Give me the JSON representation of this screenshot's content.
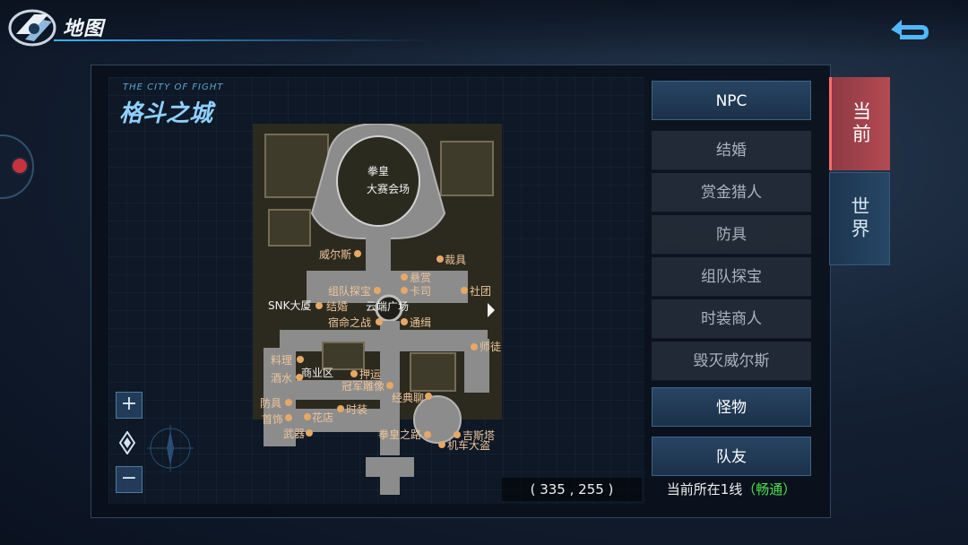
{
  "header": {
    "title": "地图",
    "logo_icon": "fist-emblem-icon",
    "back_icon": "back-arrow-icon"
  },
  "map": {
    "city_en": "THE CITY OF FIGHT",
    "city_cn": "格斗之城",
    "coordinates": "( 335 , 255 )",
    "zoom_in": "+",
    "zoom_out": "−",
    "arena_line1": "拳皇",
    "arena_line2": "大赛会场",
    "pois": [
      {
        "label": "威尔斯"
      },
      {
        "label": "裁具"
      },
      {
        "label": "悬赏"
      },
      {
        "label": "组队探宝"
      },
      {
        "label": "卡司"
      },
      {
        "label": "社团"
      },
      {
        "label": "SNK大厦"
      },
      {
        "label": "结婚"
      },
      {
        "label": "云端广场"
      },
      {
        "label": "宿命之战"
      },
      {
        "label": "通缉"
      },
      {
        "label": "师徒"
      },
      {
        "label": "料理"
      },
      {
        "label": "商业区"
      },
      {
        "label": "押运"
      },
      {
        "label": "酒水"
      },
      {
        "label": "冠军雕像"
      },
      {
        "label": "经典聊"
      },
      {
        "label": "防具"
      },
      {
        "label": "时装"
      },
      {
        "label": "首饰"
      },
      {
        "label": "花店"
      },
      {
        "label": "武器"
      },
      {
        "label": "拳皇之路"
      },
      {
        "label": "吉斯塔"
      },
      {
        "label": "机车大盗"
      }
    ]
  },
  "npc_list": {
    "header": "NPC",
    "items": [
      "结婚",
      "赏金猎人",
      "防具",
      "组队探宝",
      "时装商人",
      "毁灭威尔斯"
    ],
    "monsters": "怪物",
    "teammates": "队友"
  },
  "status": {
    "prefix": "当前所在1线",
    "state": "（畅通）"
  },
  "tabs": {
    "current": "当前",
    "world": "世界"
  },
  "colors": {
    "accent": "#3fb2ff",
    "active_tab": "#b44a52",
    "poi": "#e7a866",
    "status_ok": "#4fe04f"
  }
}
